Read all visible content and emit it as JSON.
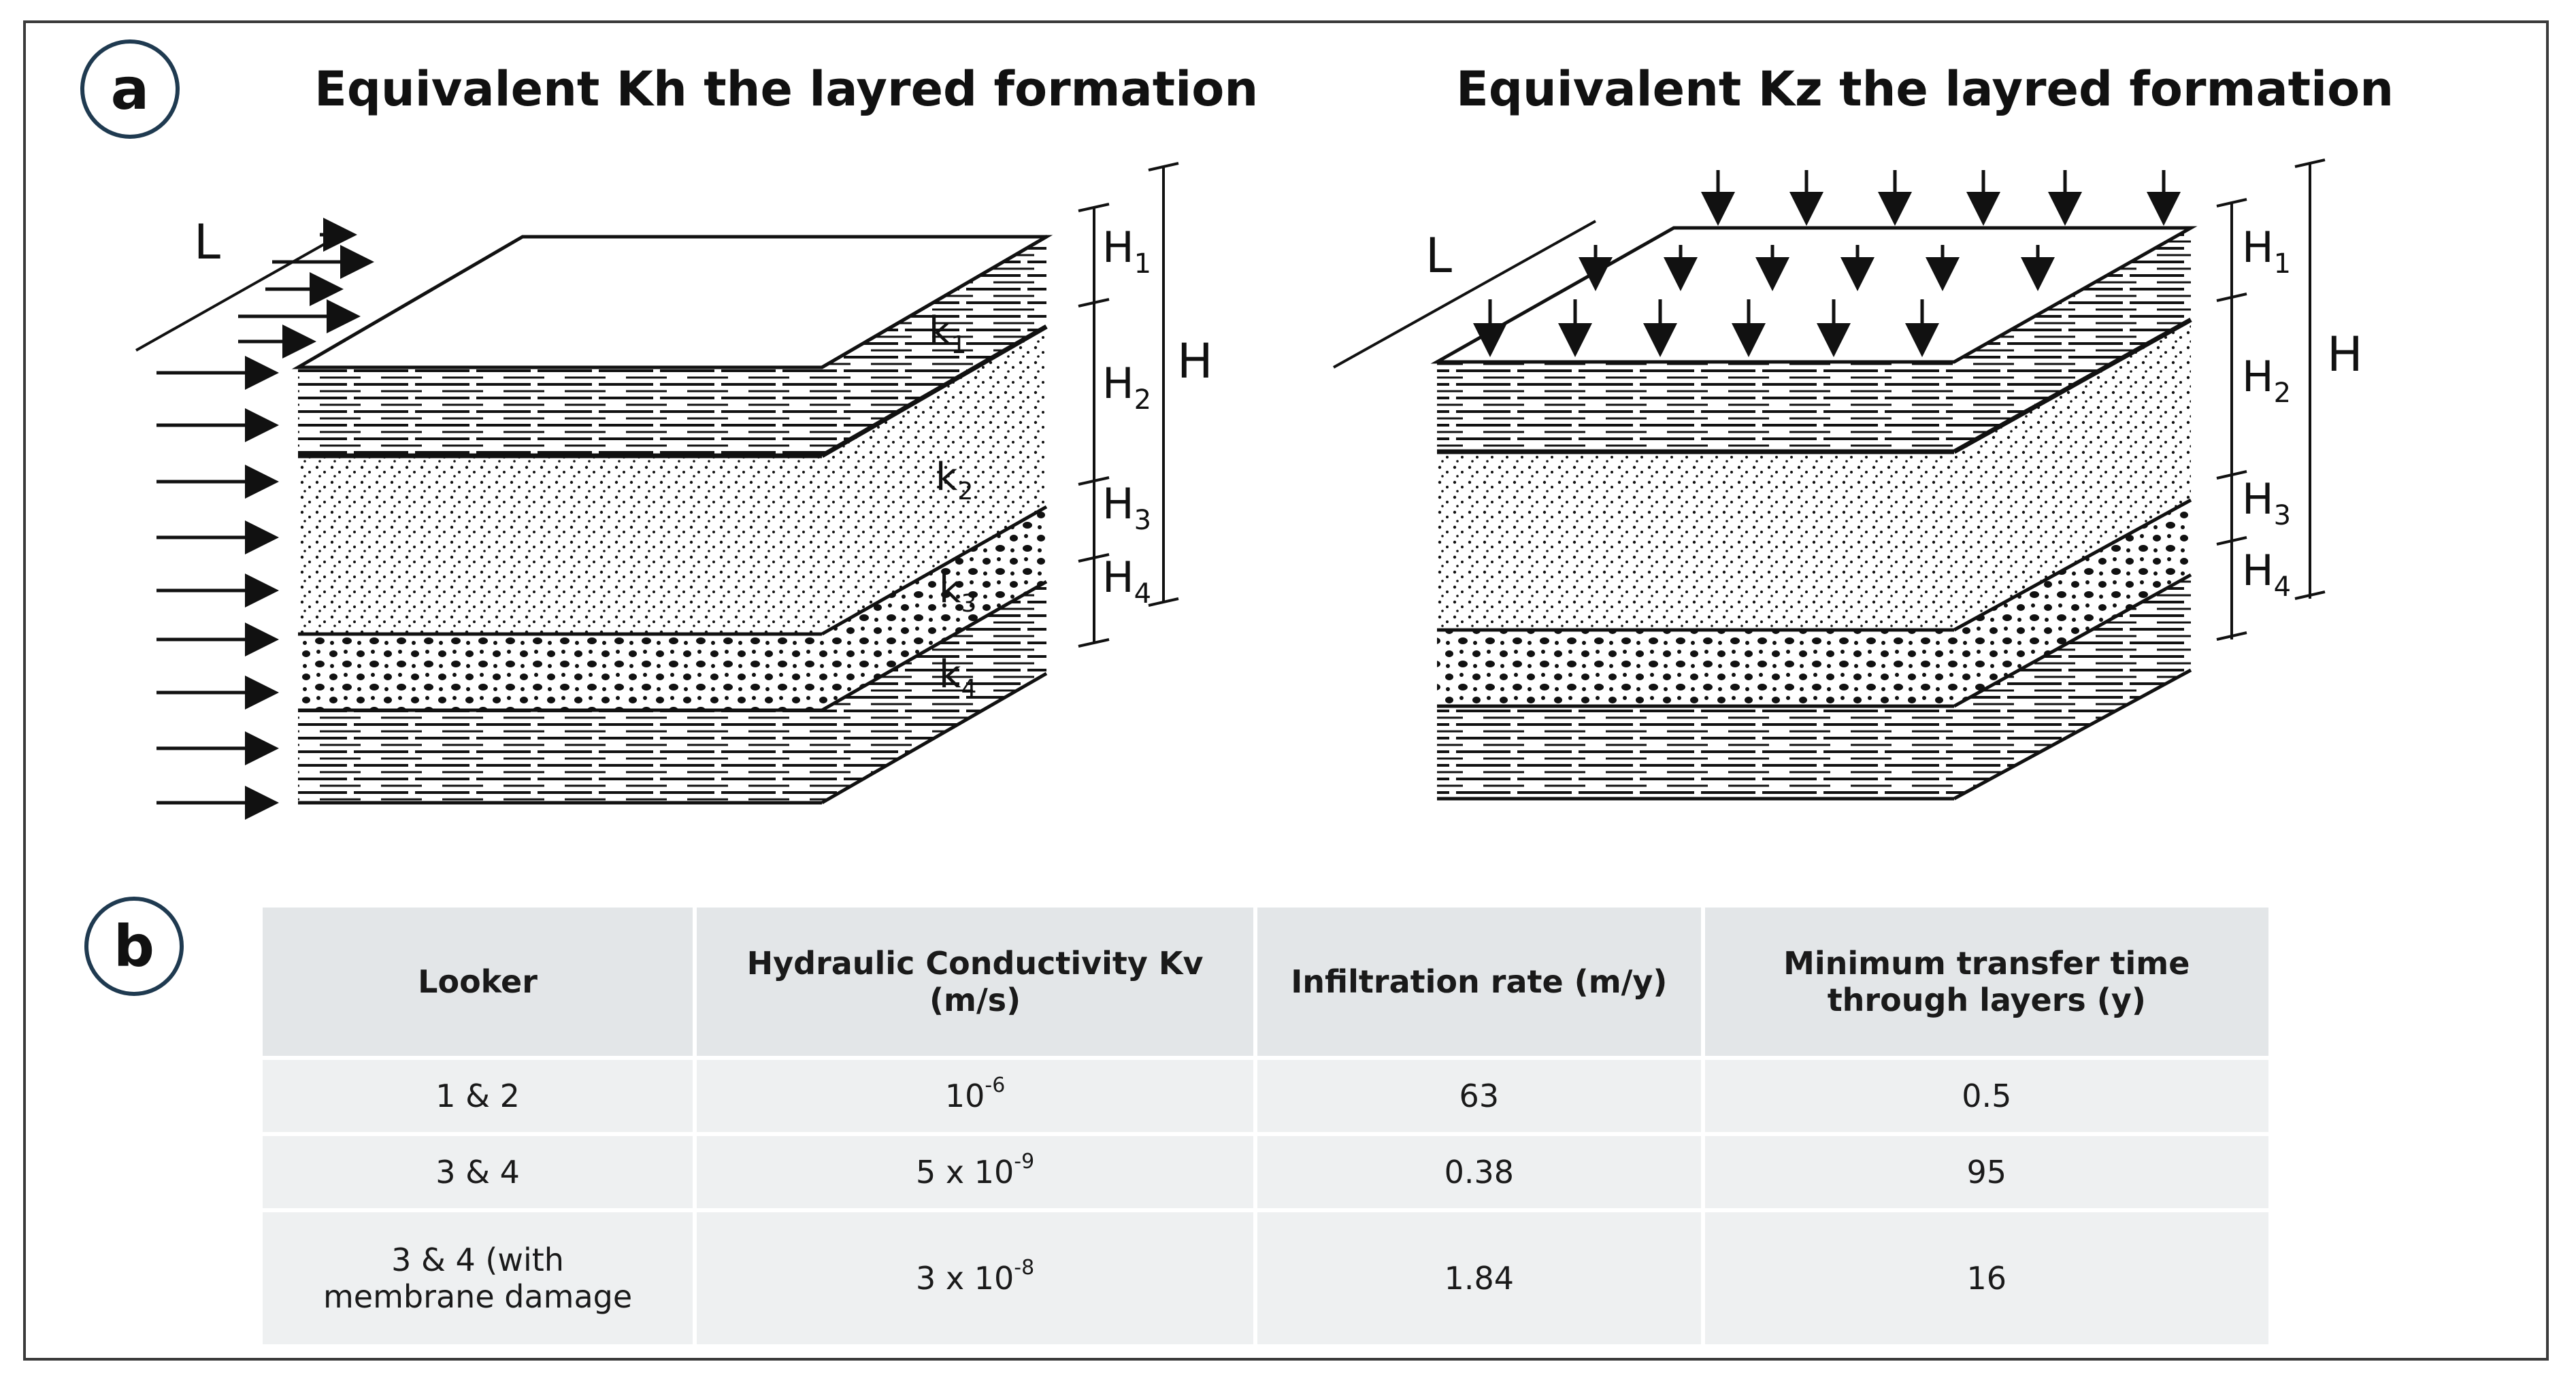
{
  "panel_a": {
    "badge": "a",
    "left_title": "Equivalent Kh the layred formation",
    "right_title": "Equivalent Kz the layred formation",
    "left_labels": {
      "length": "L",
      "total_height": "H",
      "h1": "H",
      "h2": "H",
      "h3": "H",
      "h4": "H",
      "sub1": "1",
      "sub2": "2",
      "sub3": "3",
      "sub4": "4",
      "k": "k",
      "k1": "1",
      "k2": "2",
      "k3": "3",
      "k4": "4"
    },
    "right_labels": {
      "length": "L",
      "total_height": "H",
      "h1": "H",
      "h2": "H",
      "h3": "H",
      "h4": "H",
      "sub1": "1",
      "sub2": "2",
      "sub3": "3",
      "sub4": "4"
    }
  },
  "panel_b": {
    "badge": "b",
    "headers": [
      "Looker",
      "Hydraulic Conductivity Kv (m/s)",
      "Infiltration rate (m/y)",
      "Minimum transfer time through layers (y)"
    ],
    "rows": [
      {
        "looker": "1 & 2",
        "kv_base": "10",
        "kv_exp": "-6",
        "infiltration": "63",
        "transfer_time": "0.5"
      },
      {
        "looker": "3 & 4",
        "kv_base": "5 x 10",
        "kv_exp": "-9",
        "infiltration": "0.38",
        "transfer_time": "95"
      },
      {
        "looker": "3 & 4 (with membrane damage",
        "kv_base": "3 x 10",
        "kv_exp": "-8",
        "infiltration": "1.84",
        "transfer_time": "16"
      }
    ]
  }
}
